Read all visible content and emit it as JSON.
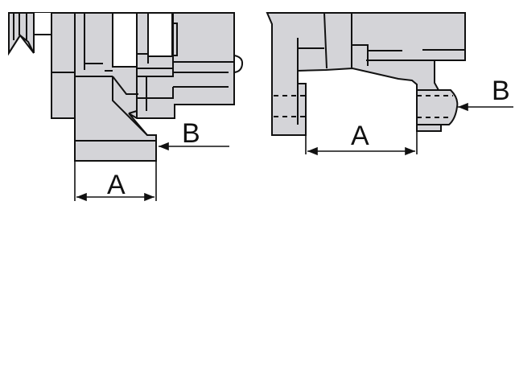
{
  "left_view": {
    "dimension_label": "A",
    "force_label": "B"
  },
  "right_view": {
    "dimension_label": "A",
    "force_label": "B"
  },
  "colors": {
    "part_fill": "#d4d4d8",
    "line": "#111111",
    "background": "#ffffff"
  }
}
